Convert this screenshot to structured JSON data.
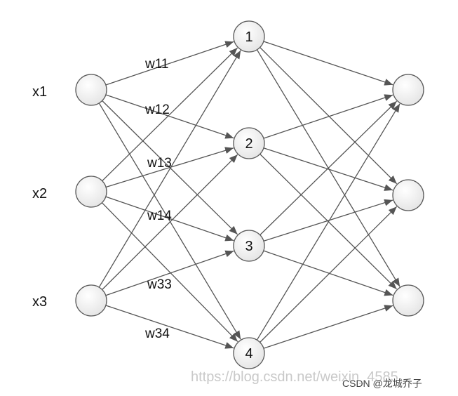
{
  "inputs": [
    {
      "label": "x1"
    },
    {
      "label": "x2"
    },
    {
      "label": "x3"
    }
  ],
  "hidden": [
    {
      "label": "1"
    },
    {
      "label": "2"
    },
    {
      "label": "3"
    },
    {
      "label": "4"
    }
  ],
  "outputs": [
    {
      "label": ""
    },
    {
      "label": ""
    },
    {
      "label": ""
    }
  ],
  "weights": [
    {
      "label": "w11"
    },
    {
      "label": "w12"
    },
    {
      "label": "w13"
    },
    {
      "label": "w14"
    },
    {
      "label": "w33"
    },
    {
      "label": "w34"
    }
  ],
  "watermark": {
    "url": "https://blog.csdn.net/weixin_4585",
    "credit": "CSDN @龙城乔子"
  }
}
